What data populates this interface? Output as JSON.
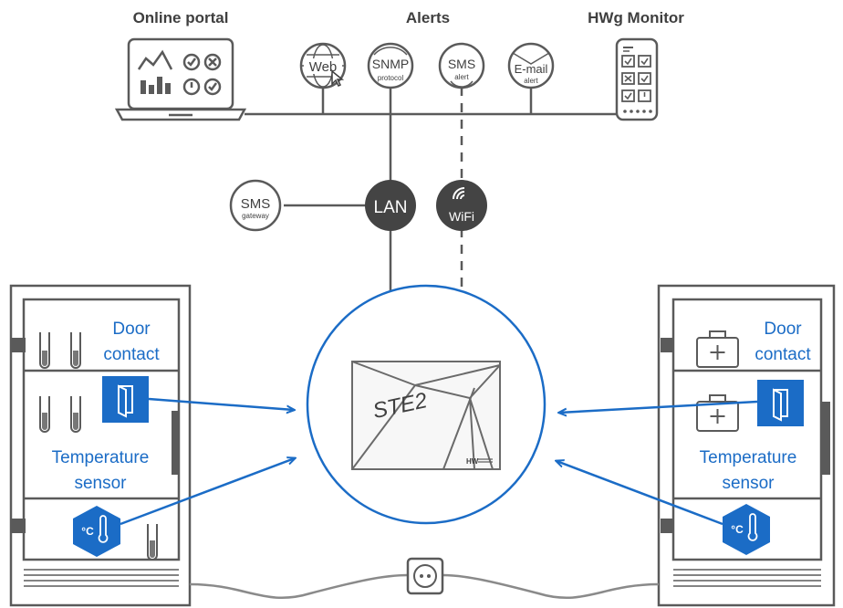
{
  "headers": {
    "online_portal": "Online portal",
    "alerts": "Alerts",
    "hwg_monitor": "HWg Monitor"
  },
  "alert_icons": {
    "web": "Web",
    "snmp": "SNMP",
    "snmp_sub": "protocol",
    "sms": "SMS",
    "sms_sub": "alert",
    "email": "E-mail",
    "email_sub": "alert"
  },
  "network": {
    "sms_gateway": "SMS",
    "sms_gateway_sub": "gateway",
    "lan": "LAN",
    "wifi": "WiFi"
  },
  "device": {
    "brand": "STE2",
    "maker_mark": "HW"
  },
  "left_cabinet": {
    "door_contact_line1": "Door",
    "door_contact_line2": "contact",
    "temp_line1": "Temperature",
    "temp_line2": "sensor",
    "temp_unit": "°C"
  },
  "right_cabinet": {
    "door_contact_line1": "Door",
    "door_contact_line2": "contact",
    "temp_line1": "Temperature",
    "temp_line2": "sensor",
    "temp_unit": "°C"
  },
  "colors": {
    "line": "#5a5a5a",
    "accent_blue": "#1b6cc6",
    "dark_fill": "#444444"
  }
}
